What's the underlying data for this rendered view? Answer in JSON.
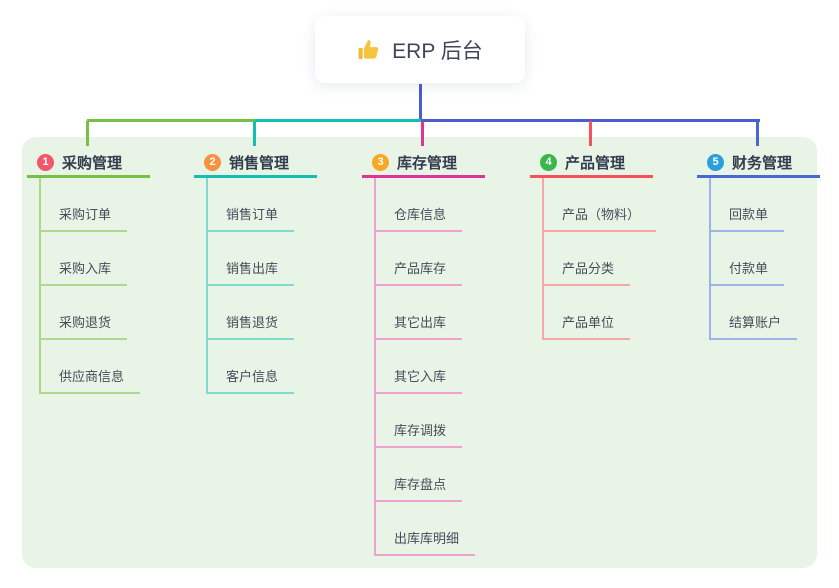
{
  "root": {
    "title": "ERP 后台",
    "icon": "thumbs-up-icon",
    "icon_color": "#f6c33c"
  },
  "colors": {
    "root_line": "#4a5cd0",
    "panel_bg": "#e8f5e6",
    "title_text": "#353c4e",
    "child_text": "#454c5a"
  },
  "branches": [
    {
      "index": "1",
      "label": "采购管理",
      "badge_color": "#f2566b",
      "line_color": "#76c043",
      "light_color": "#abd88d",
      "children": [
        "采购订单",
        "采购入库",
        "采购退货",
        "供应商信息"
      ]
    },
    {
      "index": "2",
      "label": "销售管理",
      "badge_color": "#f9923f",
      "line_color": "#13bfb1",
      "light_color": "#7fd9d0",
      "children": [
        "销售订单",
        "销售出库",
        "销售退货",
        "客户信息"
      ]
    },
    {
      "index": "3",
      "label": "库存管理",
      "badge_color": "#f7a824",
      "line_color": "#de3595",
      "light_color": "#f0a2cf",
      "children": [
        "仓库信息",
        "产品库存",
        "其它出库",
        "其它入库",
        "库存调拨",
        "库存盘点",
        "出库库明细"
      ]
    },
    {
      "index": "4",
      "label": "产品管理",
      "badge_color": "#3cb54b",
      "line_color": "#f8515c",
      "light_color": "#f9a6aa",
      "children": [
        "产品（物料）",
        "产品分类",
        "产品单位"
      ]
    },
    {
      "index": "5",
      "label": "财务管理",
      "badge_color": "#2aa0da",
      "line_color": "#4a66d2",
      "light_color": "#9db3e6",
      "children": [
        "回款单",
        "付款单",
        "结算账户"
      ]
    }
  ]
}
